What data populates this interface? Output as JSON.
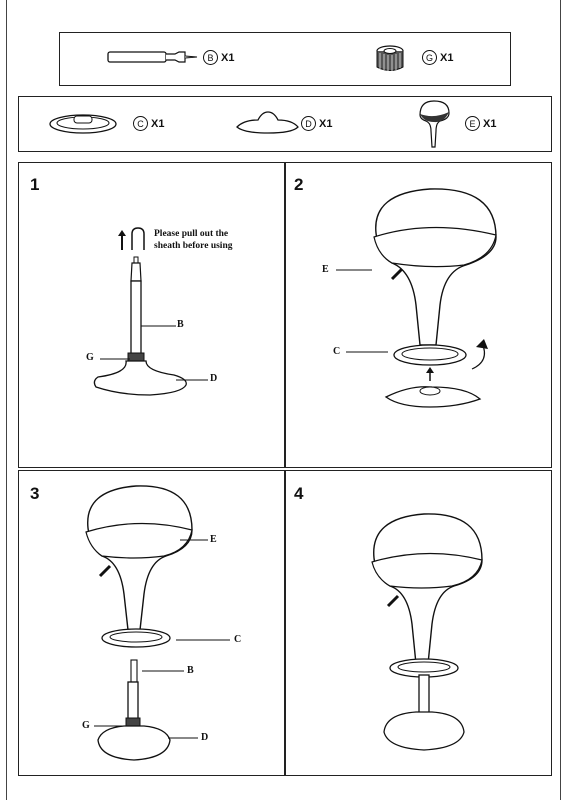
{
  "parts_row1": [
    {
      "letter": "B",
      "qty": "X1"
    },
    {
      "letter": "G",
      "qty": "X1"
    }
  ],
  "parts_row2": [
    {
      "letter": "C",
      "qty": "X1"
    },
    {
      "letter": "D",
      "qty": "X1"
    },
    {
      "letter": "E",
      "qty": "X1"
    }
  ],
  "steps": [
    {
      "number": "1",
      "note_line1": "Please pull out the",
      "note_line2": "sheath before using",
      "callouts": {
        "B": "B",
        "G": "G",
        "D": "D"
      }
    },
    {
      "number": "2",
      "callouts": {
        "E": "E",
        "C": "C"
      }
    },
    {
      "number": "3",
      "callouts": {
        "E": "E",
        "C": "C",
        "B": "B",
        "G": "G",
        "D": "D"
      }
    },
    {
      "number": "4"
    }
  ]
}
